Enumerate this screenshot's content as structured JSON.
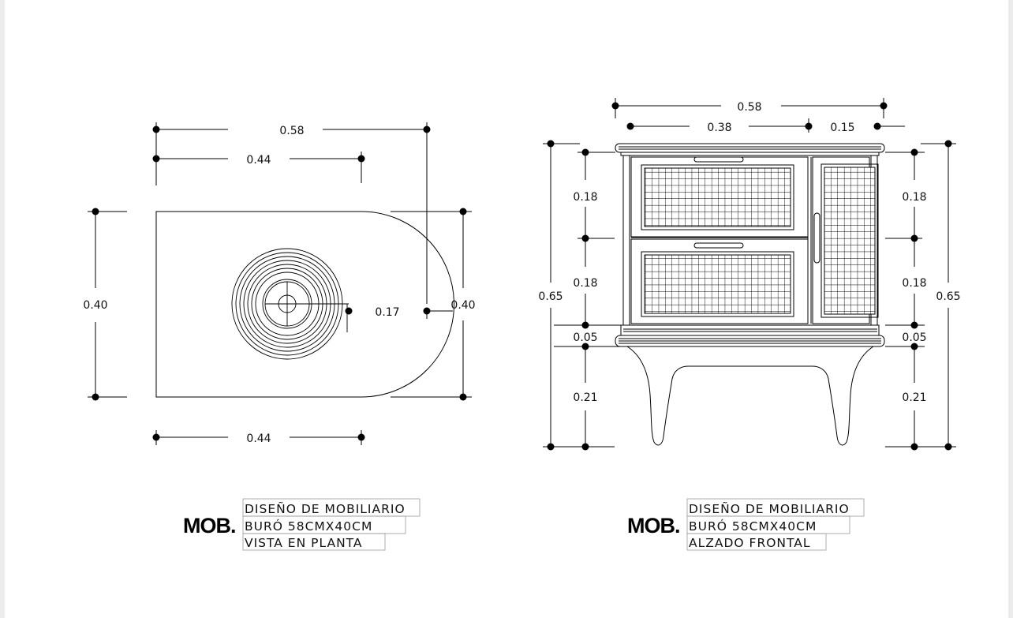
{
  "plan_view": {
    "dim_total_width": "0.58",
    "dim_rect_width_top": "0.44",
    "dim_depth_left": "0.40",
    "dim_depth_right": "0.40",
    "dim_radius": "0.17",
    "dim_rect_width_bottom": "0.44",
    "title_block": {
      "prefix": "MOB.",
      "line1": "DISEÑO DE MOBILIARIO",
      "line2": "BURÓ 58CMX40CM",
      "line3": "VISTA EN PLANTA"
    }
  },
  "front_view": {
    "dim_total_width": "0.58",
    "dim_drawer_width": "0.38",
    "dim_door_width": "0.15",
    "dim_drawer1_left": "0.18",
    "dim_drawer1_right": "0.18",
    "dim_drawer2_left": "0.18",
    "dim_drawer2_right": "0.18",
    "dim_total_height_left": "0.65",
    "dim_total_height_right": "0.65",
    "dim_base_left": "0.05",
    "dim_base_right": "0.05",
    "dim_legs_left": "0.21",
    "dim_legs_right": "0.21",
    "title_block": {
      "prefix": "MOB.",
      "line1": "DISEÑO DE MOBILIARIO",
      "line2": "BURÓ 58CMX40CM",
      "line3": "ALZADO FRONTAL"
    }
  },
  "colors": {
    "line": "#000000",
    "paper": "#ffffff",
    "margin": "#ececec"
  }
}
